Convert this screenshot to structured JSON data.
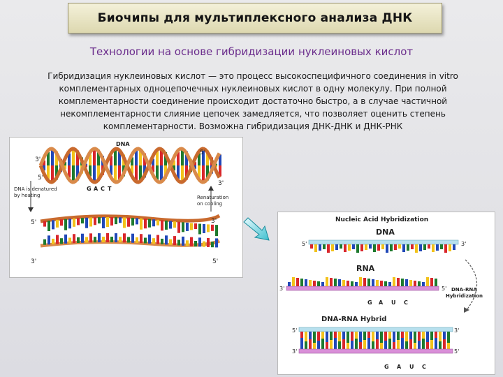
{
  "slide": {
    "title": "Биочипы для мультиплексного анализа ДНК",
    "subtitle": "Технологии на основе гибридизации нуклеиновых кислот",
    "body_lines": [
      "Гибридизация нуклеиновых кислот — это процесс высокоспецифичного соединения in vitro",
      "комплементарных одноцепочечных нуклеиновых кислот в одну молекулу. При полной",
      "комплементарности соединение происходит достаточно быстро, а в случае частичной",
      "некомплементарности слияние цепочек замедляется, что позволяет оценить степень",
      "комплементарности. Возможна гибридизация ДНК-ДНК и ДНК-РНК"
    ]
  },
  "figure_left": {
    "dna_label": "DNA",
    "label_3_top": "3'",
    "label_5_top": "5'",
    "label_5_left": "5'",
    "label_3_right": "3'",
    "bases": [
      "G",
      "A",
      "C",
      "T"
    ],
    "denatured_line1": "DNA is denatured",
    "denatured_line2": "by heating",
    "renaturation_line1": "Renaturation",
    "renaturation_line2": "on cooling",
    "label_3_mid": "3'",
    "label_5_mid": "5'",
    "label_5_low": "5'",
    "label_3_low": "3'"
  },
  "figure_right": {
    "header": "Nucleic Acid Hybridization",
    "dna_label": "DNA",
    "dna_5": "5'",
    "dna_3": "3'",
    "rna_label": "RNA",
    "rna_3": "3'",
    "rna_5": "5'",
    "rna_bases": [
      "G",
      "A",
      "U",
      "C"
    ],
    "hyb_line1": "DNA-RNA",
    "hyb_line2": "Hybridization",
    "hybrid_label": "DNA-RNA Hybrid",
    "hybrid_5a": "5'",
    "hybrid_3a": "3'",
    "hybrid_3b": "3'",
    "hybrid_5b": "5'",
    "hybrid_bases": [
      "G",
      "A",
      "U",
      "C"
    ]
  },
  "colors": {
    "title_text": "#141414",
    "subtitle_text": "#6b2d8c",
    "body_text": "#1a1a1a",
    "base_colors": [
      "#d9262b",
      "#1e7a2e",
      "#2148b8",
      "#f2c21b"
    ],
    "dna_backbone": "#b7e0ee",
    "rna_backbone": "#d98fd8",
    "helix_strand": "#c96a2e"
  }
}
